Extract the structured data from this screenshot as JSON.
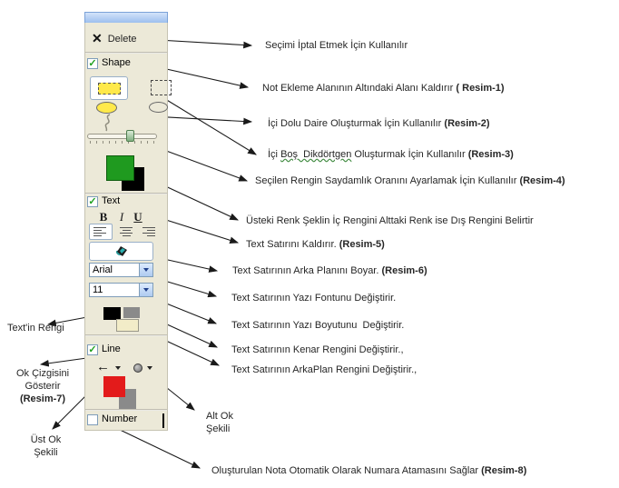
{
  "panel": {
    "delete": {
      "label": "Delete"
    },
    "shape": {
      "label": "Shape",
      "checked": true
    },
    "text": {
      "label": "Text",
      "checked": true,
      "bold_label": "B",
      "italic_label": "I",
      "underline_label": "U",
      "font_name": "Arial",
      "font_size": "11"
    },
    "line": {
      "label": "Line",
      "checked": true
    },
    "number": {
      "label": "Number",
      "checked": false
    },
    "colors": {
      "titlebar": "#9dbfee",
      "panel_bg": "#ece9d8",
      "shape_yellow": "#ffe94a",
      "shape_fill_green": "#1f9a1f",
      "shape_border_black": "#000000",
      "text_black": "#000000",
      "text_gray": "#8a8a8a",
      "text_cream": "#f2ecc8",
      "line_red": "#e31b1b",
      "line_gray": "#8a8a8a"
    }
  },
  "icons": {
    "delete_x": "✕",
    "check": "✓",
    "left_arrow": "←"
  },
  "annotations": {
    "right": [
      {
        "text": "Seçimi İptal Etmek İçin Kullanılır"
      },
      {
        "text": "Not Ekleme Alanının Altındaki Alanı Kaldırır ",
        "bold": "( Resim-1)"
      },
      {
        "text": "İçi Dolu Daire Oluşturmak İçin Kullanılır ",
        "bold": "(Resim-2)"
      },
      {
        "pre": "İçi ",
        "wavy": "Boş  Dikdörtgen",
        "text": " Oluşturmak İçin Kullanılır ",
        "bold": "(Resim-3)"
      },
      {
        "text": "Seçilen Rengin Saydamlık Oranını Ayarlamak İçin Kullanılır ",
        "bold": "(Resim-4)"
      },
      {
        "text": "Üsteki Renk Şeklin İç Rengini Alttaki Renk ise Dış Rengini Belirtir"
      },
      {
        "text": "Text Satırını Kaldırır. ",
        "bold": "(Resim-5)"
      },
      {
        "text": "Text Satırının Arka Planını Boyar. ",
        "bold": "(Resim-6)"
      },
      {
        "text": "Text Satırının Yazı Fontunu Değiştirir."
      },
      {
        "text": "Text Satırının Yazı Boyutunu  Değiştirir."
      },
      {
        "text": "Text Satırının Kenar Rengini Değiştirir.,"
      },
      {
        "text": "Text Satırının ArkaPlan Rengini Değiştirir.,"
      },
      {
        "line1": "Alt Ok",
        "line2": "Şekili"
      },
      {
        "text": "Oluşturulan Nota Otomatik Olarak Numara Atamasını Sağlar ",
        "bold": "(Resim-8)"
      }
    ],
    "left": [
      {
        "text": "Text'in Rengi"
      },
      {
        "line1": "Ok Çizgisini",
        "line2": "Gösterir",
        "bold": "(Resim-7)"
      },
      {
        "line1": "Üst Ok",
        "line2": "Şekili"
      }
    ]
  }
}
